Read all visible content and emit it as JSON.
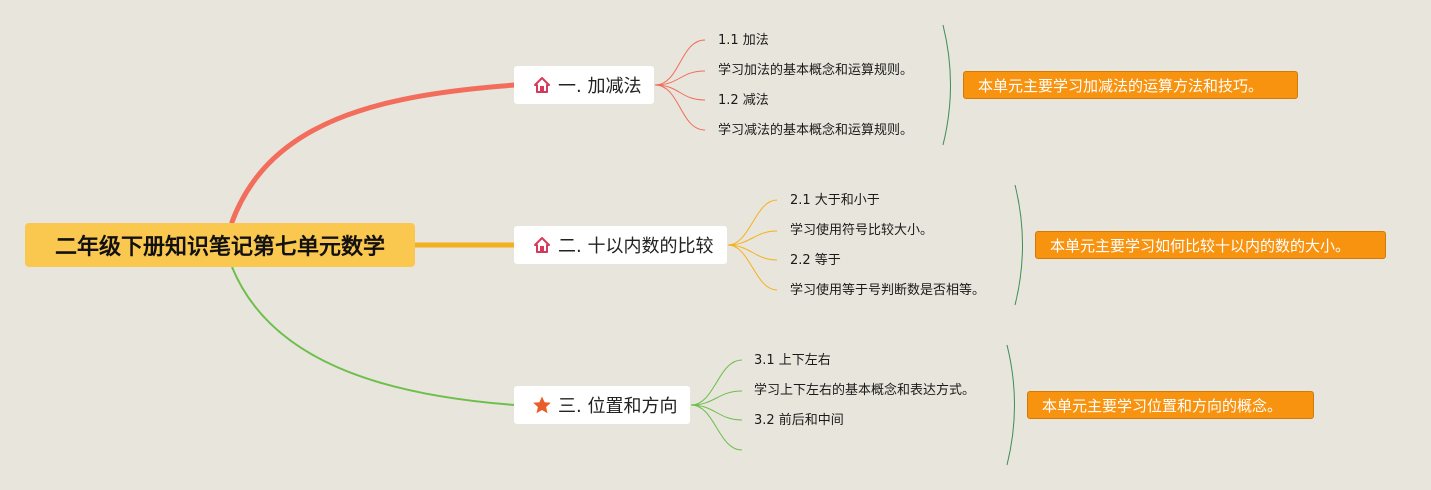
{
  "root": {
    "title": "二年级下册知识笔记第七单元数学"
  },
  "branches": [
    {
      "title": "一. 加减法",
      "icon": "home-icon",
      "color": "#f26d5b",
      "leaves": [
        "1.1 加法",
        "学习加法的基本概念和运算规则。",
        "1.2 减法",
        "学习减法的基本概念和运算规则。"
      ],
      "summary": "本单元主要学习加减法的运算方法和技巧。"
    },
    {
      "title": "二. 十以内数的比较",
      "icon": "home-icon",
      "color": "#f5b11b",
      "leaves": [
        "2.1 大于和小于",
        "学习使用符号比较大小。",
        "2.2 等于",
        "学习使用等于号判断数是否相等。"
      ],
      "summary": "本单元主要学习如何比较十以内的数的大小。"
    },
    {
      "title": "三. 位置和方向",
      "icon": "star-icon",
      "color": "#6cbf4b",
      "leaves": [
        "3.1 上下左右",
        "学习上下左右的基本概念和表达方式。",
        "3.2 前后和中间",
        ""
      ],
      "summary": "本单元主要学习位置和方向的概念。"
    }
  ],
  "colors": {
    "background": "#e8e5dc",
    "root_fill": "#fbc84f",
    "summary_fill": "#f7930f",
    "bracket": "#3d8c5a",
    "home_icon": "#d63a5a",
    "star_icon": "#e85d2a"
  }
}
